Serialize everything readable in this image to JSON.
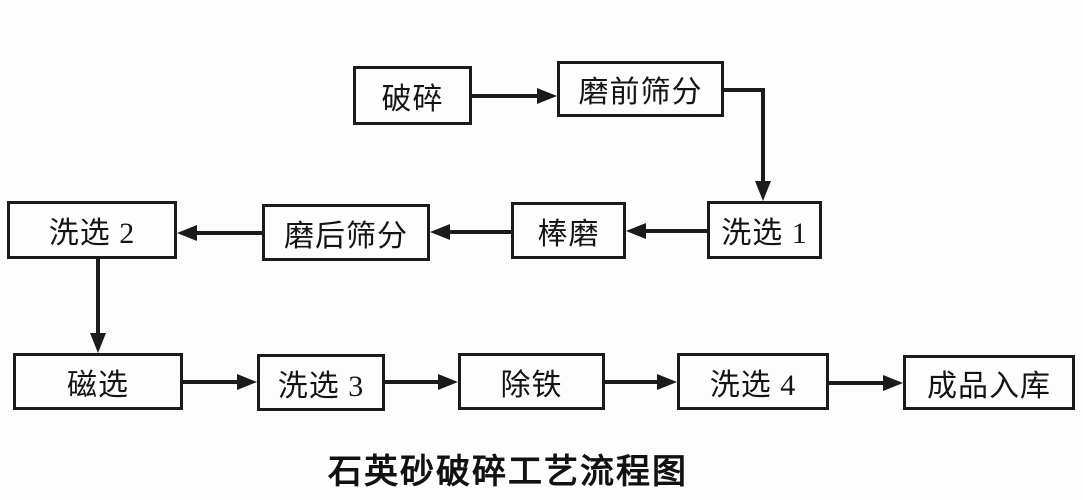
{
  "diagram": {
    "title": "石英砂破碎工艺流程图",
    "nodes": {
      "crushing": {
        "label": "破碎"
      },
      "pre_screening": {
        "label": "磨前筛分"
      },
      "washing_1": {
        "label": "洗选 1"
      },
      "rod_milling": {
        "label": "棒磨"
      },
      "post_screening": {
        "label": "磨后筛分"
      },
      "washing_2": {
        "label": "洗选 2"
      },
      "magnetic_separation": {
        "label": "磁选"
      },
      "washing_3": {
        "label": "洗选 3"
      },
      "iron_removal": {
        "label": "除铁"
      },
      "washing_4": {
        "label": "洗选 4"
      },
      "finished_product_storage": {
        "label": "成品入库"
      }
    },
    "edges": [
      {
        "from": "crushing",
        "to": "pre_screening"
      },
      {
        "from": "pre_screening",
        "to": "washing_1"
      },
      {
        "from": "washing_1",
        "to": "rod_milling"
      },
      {
        "from": "rod_milling",
        "to": "post_screening"
      },
      {
        "from": "post_screening",
        "to": "washing_2"
      },
      {
        "from": "washing_2",
        "to": "magnetic_separation"
      },
      {
        "from": "magnetic_separation",
        "to": "washing_3"
      },
      {
        "from": "washing_3",
        "to": "iron_removal"
      },
      {
        "from": "iron_removal",
        "to": "washing_4"
      },
      {
        "from": "washing_4",
        "to": "finished_product_storage"
      }
    ]
  },
  "colors": {
    "line": "#1b1b1b",
    "background": "#fdfdfd"
  }
}
